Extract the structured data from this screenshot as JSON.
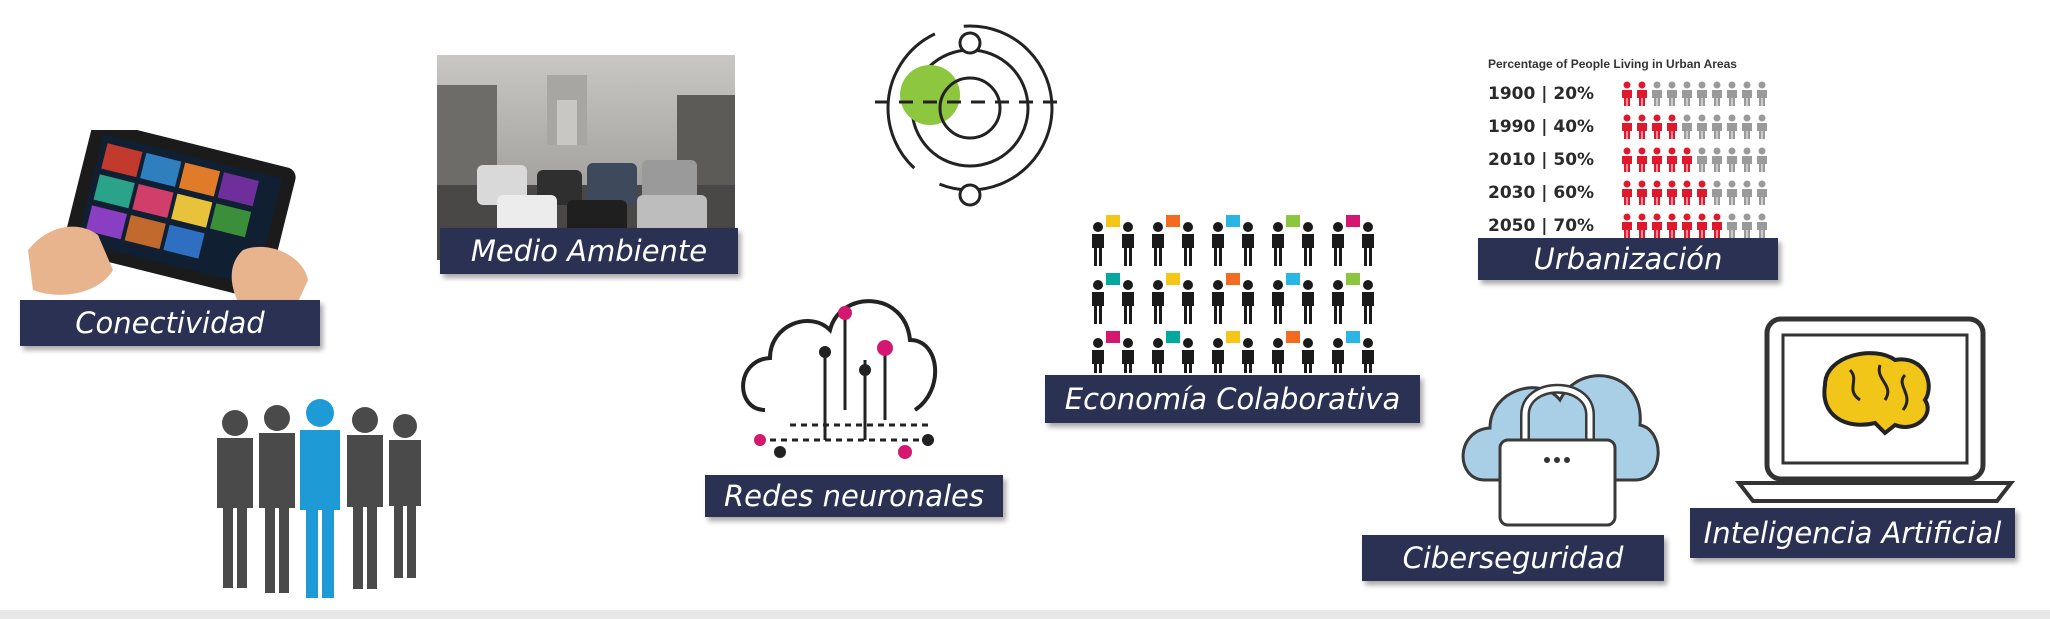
{
  "labels": {
    "conectividad": "Conectividad",
    "medio_ambiente": "Medio Ambiente",
    "redes_neuronales": "Redes neuronales",
    "economia_colaborativa": "Economía Colaborativa",
    "urbanizacion": "Urbanización",
    "ciberseguridad": "Ciberseguridad",
    "inteligencia_artificial": "Inteligencia Artificial"
  },
  "urban_chart": {
    "title": "Percentage of People Living in Urban Areas",
    "rows": [
      {
        "year": "1900",
        "pct": "20%",
        "filled": 2
      },
      {
        "year": "1990",
        "pct": "40%",
        "filled": 4
      },
      {
        "year": "2010",
        "pct": "50%",
        "filled": 5
      },
      {
        "year": "2030",
        "pct": "60%",
        "filled": 6
      },
      {
        "year": "2050",
        "pct": "70%",
        "filled": 7
      }
    ],
    "total_icons": 10,
    "colors": {
      "filled": "#e0182d",
      "empty": "#9a9a9a"
    }
  },
  "colors": {
    "label_bg": "#2b3152",
    "person_highlight": "#1e9ad6",
    "person_dark": "#4a4a4a",
    "neural_dot": "#d4176f",
    "orbit_green": "#8dc63f",
    "cloud_blue": "#a9cfe6",
    "brain_yellow": "#f2c618"
  },
  "icons": {
    "tablet": "tablet-icon",
    "traffic": "traffic-photo",
    "orbit": "orbit-icon",
    "collaboration": "people-exchange-icon",
    "neural_cloud": "neural-cloud-icon",
    "people": "people-group-icon",
    "lock_cloud": "lock-cloud-icon",
    "laptop_brain": "laptop-brain-icon"
  }
}
